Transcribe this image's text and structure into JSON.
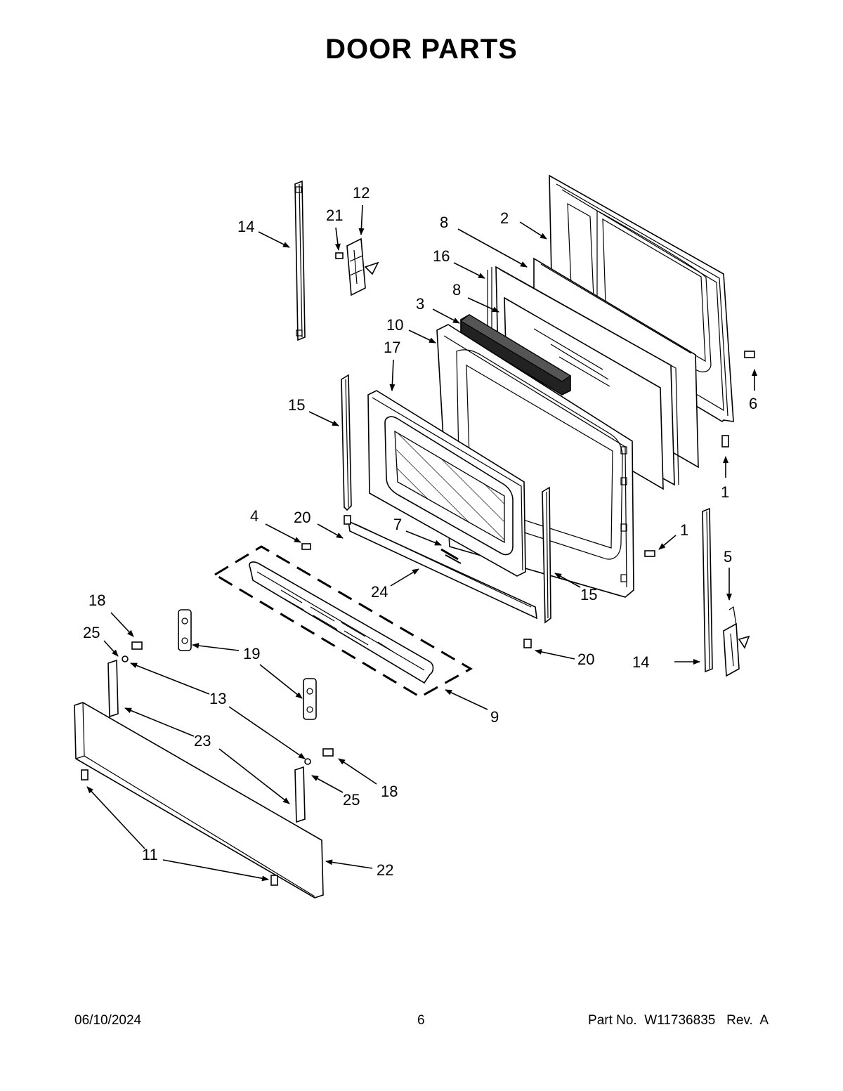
{
  "page": {
    "title": "DOOR PARTS",
    "footer_date": "06/10/2024",
    "footer_page": "6",
    "footer_part": "Part No.  W11736835   Rev.  A"
  },
  "callouts": {
    "c1a": "1",
    "c1b": "1",
    "c2": "2",
    "c3": "3",
    "c4": "4",
    "c5": "5",
    "c6": "6",
    "c7": "7",
    "c8a": "8",
    "c8b": "8",
    "c9": "9",
    "c10": "10",
    "c11": "11",
    "c12": "12",
    "c13": "13",
    "c14a": "14",
    "c14b": "14",
    "c15a": "15",
    "c15b": "15",
    "c16": "16",
    "c17": "17",
    "c18a": "18",
    "c18b": "18",
    "c19": "19",
    "c20a": "20",
    "c20b": "20",
    "c21": "21",
    "c22": "22",
    "c23": "23",
    "c24": "24",
    "c25a": "25",
    "c25b": "25"
  }
}
